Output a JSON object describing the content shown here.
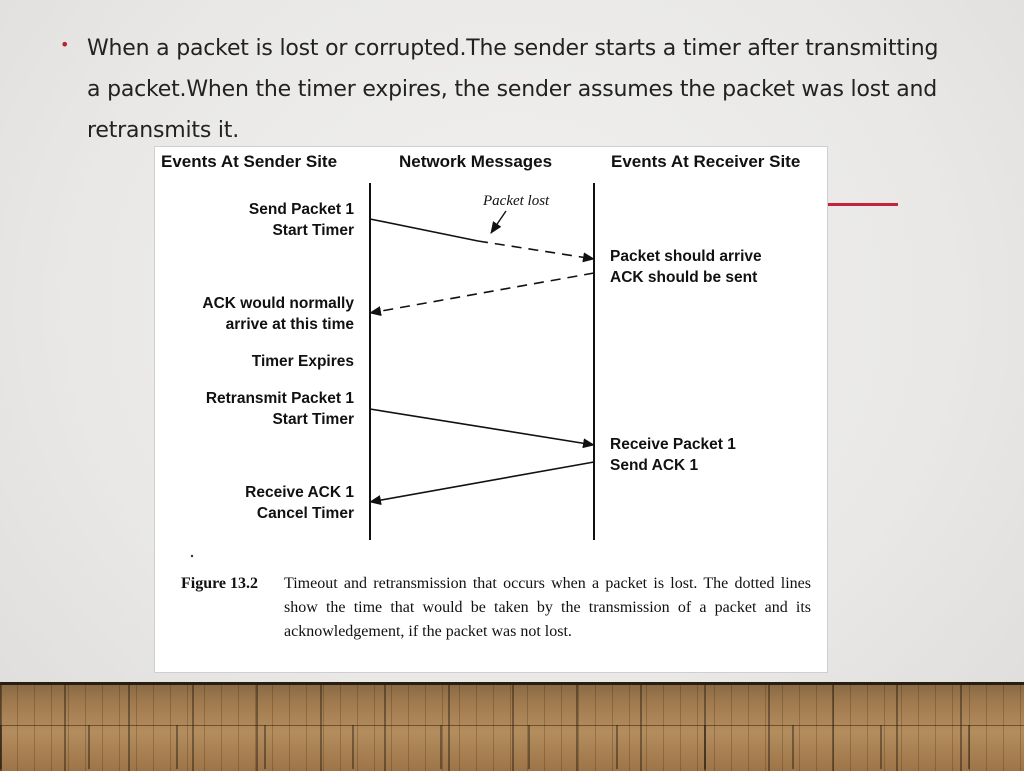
{
  "slide": {
    "bullet": "When a packet is lost or corrupted.The sender starts a timer after transmitting a packet.When the timer expires, the sender assumes the packet was lost and retransmits it."
  },
  "figure": {
    "headers": {
      "sender": "Events At Sender Site",
      "network": "Network Messages",
      "receiver": "Events At Receiver Site"
    },
    "sender_events": [
      {
        "lines": [
          "Send Packet 1",
          "Start Timer"
        ]
      },
      {
        "lines": [
          "ACK would normally",
          "arrive at this time"
        ]
      },
      {
        "lines": [
          "Timer Expires"
        ]
      },
      {
        "lines": [
          "Retransmit Packet 1",
          "Start Timer"
        ]
      },
      {
        "lines": [
          "Receive ACK 1",
          "Cancel Timer"
        ]
      }
    ],
    "receiver_events": [
      {
        "lines": [
          "Packet should arrive",
          "ACK should be sent"
        ]
      },
      {
        "lines": [
          "Receive Packet 1",
          "Send ACK 1"
        ]
      }
    ],
    "annotation": "Packet lost",
    "caption_label": "Figure 13.2",
    "caption_text": "Timeout and retransmission that occurs when a packet is lost. The dotted lines show the time that would be taken by the transmission of a packet and its acknowledgement, if the packet was not lost."
  },
  "colors": {
    "accent": "#c4243a",
    "bullet": "#b3262a",
    "ink": "#111111"
  }
}
